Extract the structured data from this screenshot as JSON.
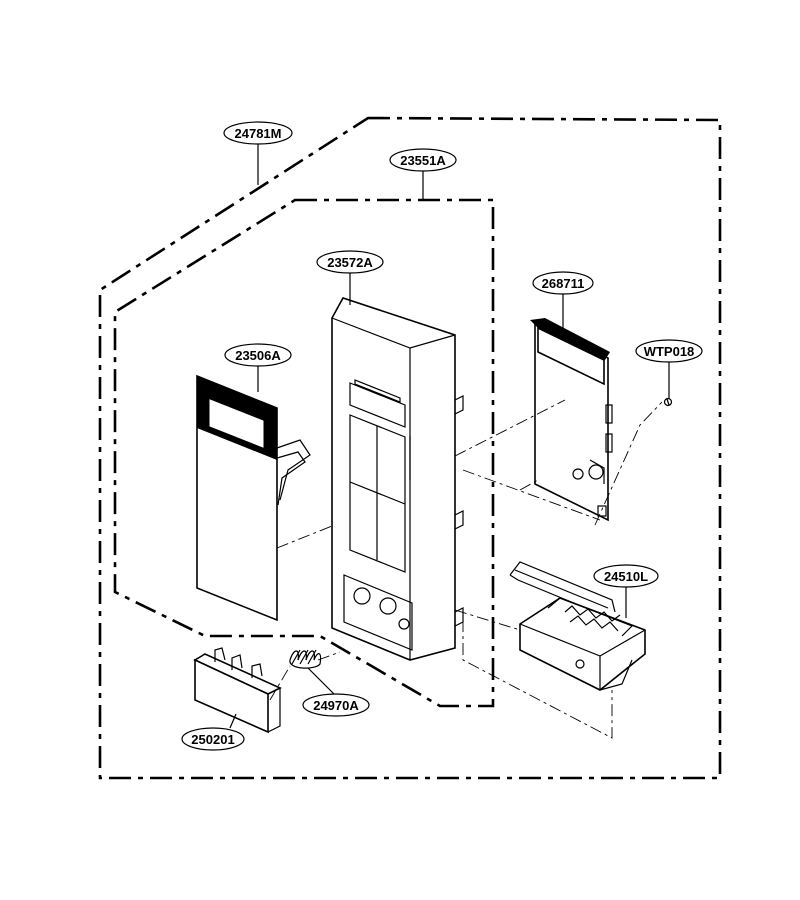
{
  "diagram": {
    "labels": {
      "assembly_outer": "24781M",
      "assembly_inner": "23551A",
      "front_panel": "23572A",
      "membrane_switch": "23506A",
      "pcb": "268711",
      "screw": "WTP018",
      "door_lever": "24510L",
      "spring": "24970A",
      "button": "250201"
    }
  }
}
